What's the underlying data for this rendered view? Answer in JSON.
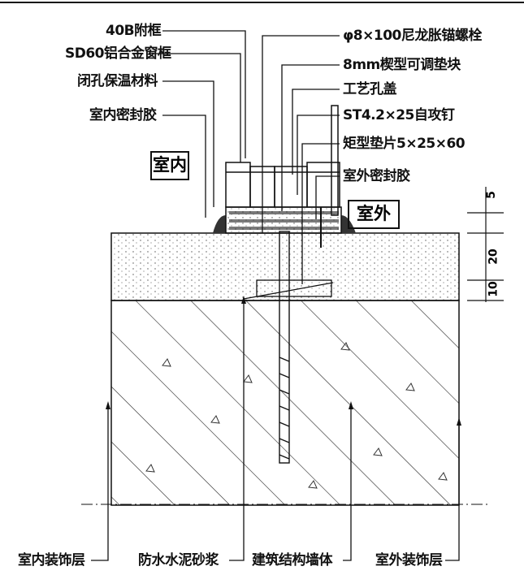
{
  "left_labels": [
    "40B附框",
    "SD60铝合金窗框",
    "闭孔保温材料",
    "室内密封胶"
  ],
  "right_labels": [
    "φ8×100尼龙胀锚螺栓",
    "8mm楔型可调垫块",
    "工艺孔盖",
    "ST4.2×25自攻钉",
    "矩型垫片5×25×60",
    "室外密封胶"
  ],
  "bottom_labels": [
    "室内装饰层",
    "防水水泥砂浆",
    "建筑结构墙体",
    "室外装饰层"
  ],
  "zones": {
    "indoor": "室内",
    "outdoor": "室外"
  },
  "dimensions": [
    "5",
    "20",
    "10"
  ]
}
